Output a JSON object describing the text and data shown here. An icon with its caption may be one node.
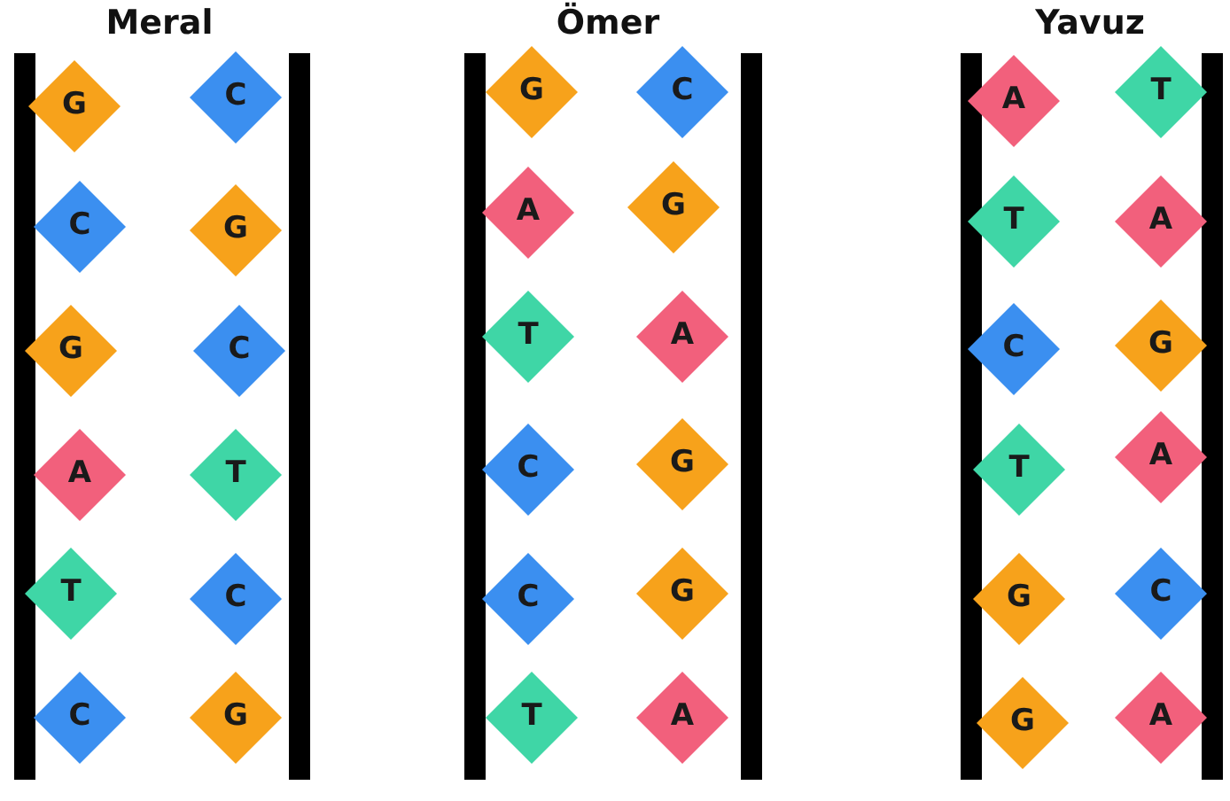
{
  "diagram": {
    "nodes": [
      {
        "text": [
          "G"
        ]
      },
      {
        "text": [
          "C"
        ]
      },
      {
        "text": [
          "C"
        ]
      },
      {
        "text": [
          "G"
        ]
      },
      {
        "text": [
          "G"
        ]
      },
      {
        "text": [
          "C"
        ]
      },
      {
        "text": [
          "A"
        ]
      },
      {
        "text": [
          "T"
        ]
      },
      {
        "text": [
          "T"
        ]
      },
      {
        "text": [
          "C"
        ]
      },
      {
        "text": [
          "C"
        ]
      },
      {
        "text": [
          "G"
        ]
      },
      {
        "text": [
          "G"
        ]
      },
      {
        "text": [
          "C"
        ]
      },
      {
        "text": [
          "A"
        ]
      },
      {
        "text": [
          "G"
        ]
      },
      {
        "text": [
          "T"
        ]
      },
      {
        "text": [
          "A"
        ]
      },
      {
        "text": [
          "C"
        ]
      },
      {
        "text": [
          "G"
        ]
      },
      {
        "text": [
          "C"
        ]
      },
      {
        "text": [
          "G"
        ]
      },
      {
        "text": [
          "T"
        ]
      },
      {
        "text": [
          "A"
        ]
      },
      {
        "text": [
          "A"
        ]
      },
      {
        "text": [
          "T"
        ]
      },
      {
        "text": [
          "T"
        ]
      },
      {
        "text": [
          "A"
        ]
      },
      {
        "text": [
          "C"
        ]
      },
      {
        "text": [
          "G"
        ]
      },
      {
        "text": [
          "T"
        ]
      },
      {
        "text": [
          "A"
        ]
      },
      {
        "text": [
          "G"
        ]
      },
      {
        "text": [
          "C"
        ]
      },
      {
        "text": [
          "G"
        ]
      },
      {
        "text": [
          "A"
        ]
      }
    ],
    "labels": [
      "Meral",
      "Ömer",
      "Yavuz"
    ]
  }
}
